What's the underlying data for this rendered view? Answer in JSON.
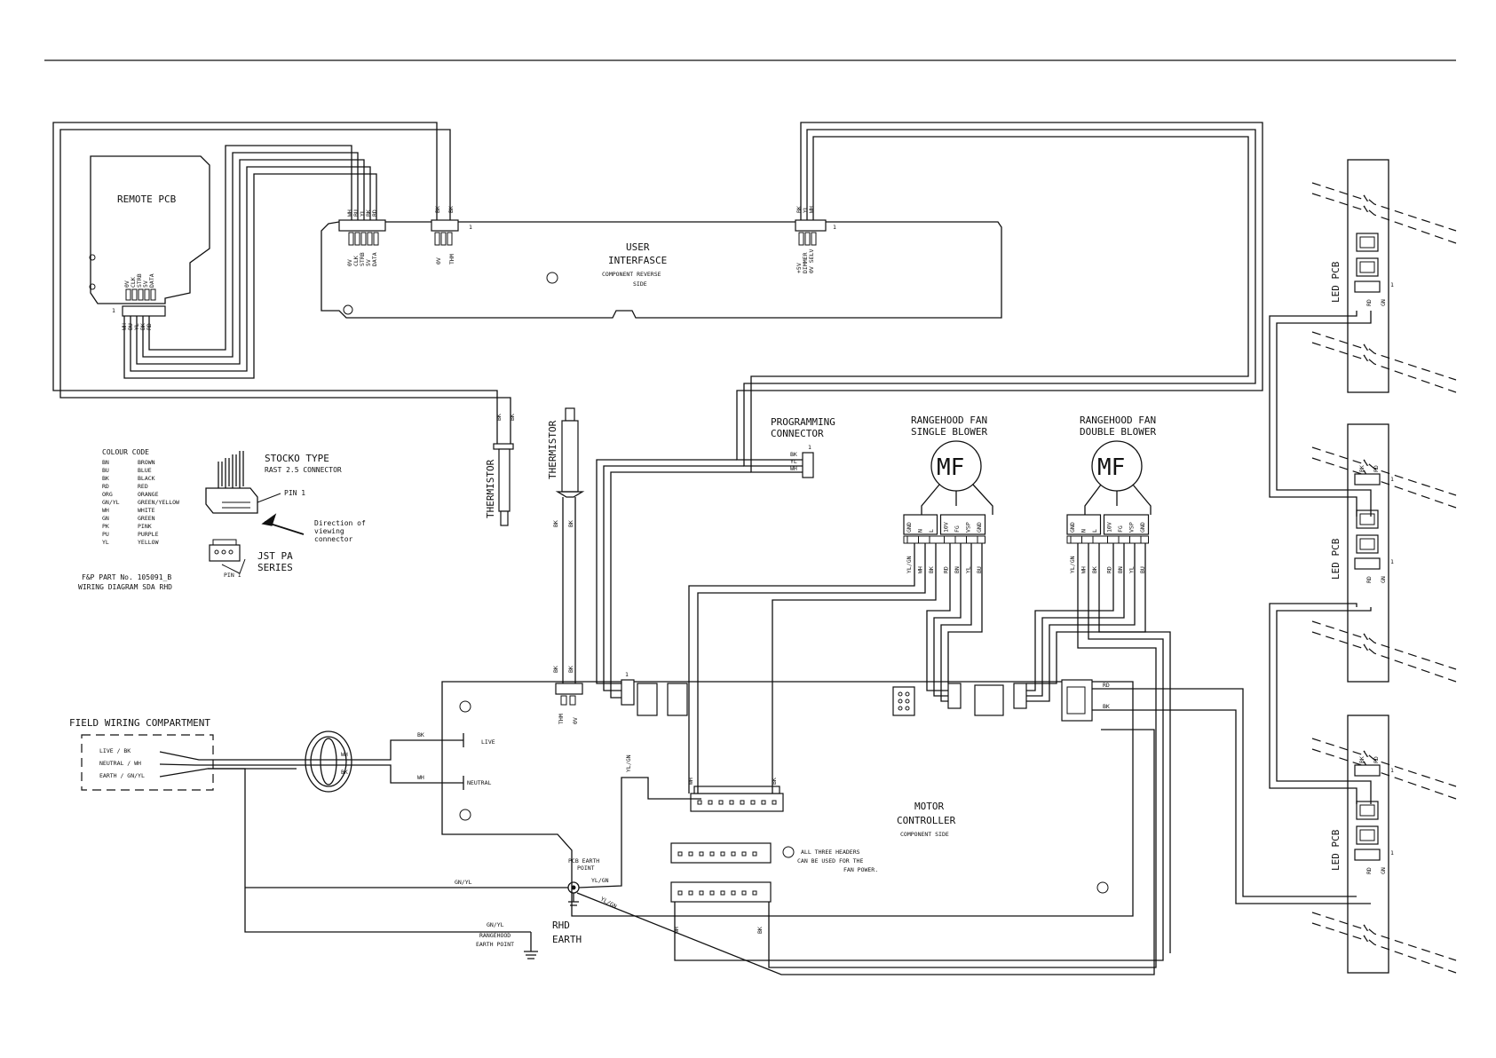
{
  "title_block": {
    "fp_part": "F&P PART No. 105091_B",
    "wiring_diagram": "WIRING DIAGRAM SDA RHD"
  },
  "boards": {
    "remote_pcb": "REMOTE PCB",
    "user_interface": [
      "USER",
      "INTERFASCE",
      "COMPONENT REVERSE",
      "SIDE"
    ],
    "motor_controller": [
      "MOTOR",
      "CONTROLLER",
      "COMPONENT SIDE"
    ],
    "led_pcb": "LED PCB"
  },
  "thermistors": {
    "left": "THERMISTOR",
    "right": "THERMISTOR"
  },
  "programming_connector": [
    "PROGRAMMING",
    "CONNECTOR"
  ],
  "fans": {
    "single": [
      "RANGEHOOD FAN",
      "SINGLE BLOWER"
    ],
    "double": [
      "RANGEHOOD FAN",
      "DOUBLE BLOWER"
    ],
    "symbol": "MF",
    "pins": [
      "GND",
      "N",
      "L",
      "10V",
      "FG",
      "VSP",
      "GND"
    ],
    "wires": [
      "YL/GN",
      "WH",
      "BK",
      "RD",
      "BN",
      "YL",
      "BU"
    ]
  },
  "colour_code": {
    "heading": "COLOUR CODE",
    "rows": [
      {
        "code": "BN",
        "name": "BROWN"
      },
      {
        "code": "BU",
        "name": "BLUE"
      },
      {
        "code": "BK",
        "name": "BLACK"
      },
      {
        "code": "RD",
        "name": "RED"
      },
      {
        "code": "ORG",
        "name": "ORANGE"
      },
      {
        "code": "GN/YL",
        "name": "GREEN/YELLOW"
      },
      {
        "code": "WH",
        "name": "WHITE"
      },
      {
        "code": "GN",
        "name": "GREEN"
      },
      {
        "code": "PK",
        "name": "PINK"
      },
      {
        "code": "PU",
        "name": "PURPLE"
      },
      {
        "code": "YL",
        "name": "YELLOW"
      }
    ]
  },
  "stocko": {
    "title": "STOCKO TYPE",
    "subtitle": "RAST 2.5 CONNECTOR",
    "pin1": "PIN 1",
    "direction": [
      "Direction of",
      "viewing",
      "connector"
    ]
  },
  "jst": {
    "lines": [
      "JST PA",
      "SERIES"
    ],
    "pin1": "PIN 1"
  },
  "field_wiring": {
    "title": "FIELD WIRING COMPARTMENT",
    "lines": [
      "LIVE / BK",
      "NEUTRAL / WH",
      "EARTH / GN/YL"
    ]
  },
  "mains": {
    "live": "LIVE",
    "neutral": "NEUTRAL",
    "bk": "BK",
    "wh": "WH",
    "gnyl": "GN/YL",
    "ylgn": "YL/GN"
  },
  "earth": {
    "pcb": [
      "PCB EARTH",
      "POINT"
    ],
    "rangehood": [
      "GN/YL",
      "RANGEHOOD",
      "EARTH POINT"
    ],
    "rhd": [
      "RHD",
      "EARTH"
    ]
  },
  "headers_note": [
    "ALL THREE HEADERS",
    "CAN BE USED FOR THE",
    "FAN POWER."
  ],
  "wire_labels": {
    "remote_top": [
      "WH",
      "BU",
      "YL",
      "BK",
      "RD"
    ],
    "remote_top_sig": [
      "0V",
      "CLK",
      "STRB",
      "5V",
      "DATA"
    ],
    "remote_bottom": [
      "WH",
      "BU",
      "YL",
      "BK",
      "RD"
    ],
    "remote_bottom_sig": [
      "0V",
      "CLK",
      "STRB",
      "5V",
      "DATA"
    ],
    "ui_therm": [
      "BK",
      "BK"
    ],
    "ui_therm_sig": [
      "0V",
      "THM"
    ],
    "ui_led": [
      "BK",
      "YL",
      "WH"
    ],
    "ui_led_sig": [
      "+5V",
      "DIMMER",
      "0V SELV"
    ],
    "prog": [
      "BK",
      "YL",
      "WH"
    ],
    "therm_mc": [
      "THM",
      "0V"
    ],
    "led_out": [
      "RD",
      "BK"
    ],
    "led_conn": [
      "RD",
      "GN",
      "BK"
    ]
  },
  "pin_one": "1"
}
